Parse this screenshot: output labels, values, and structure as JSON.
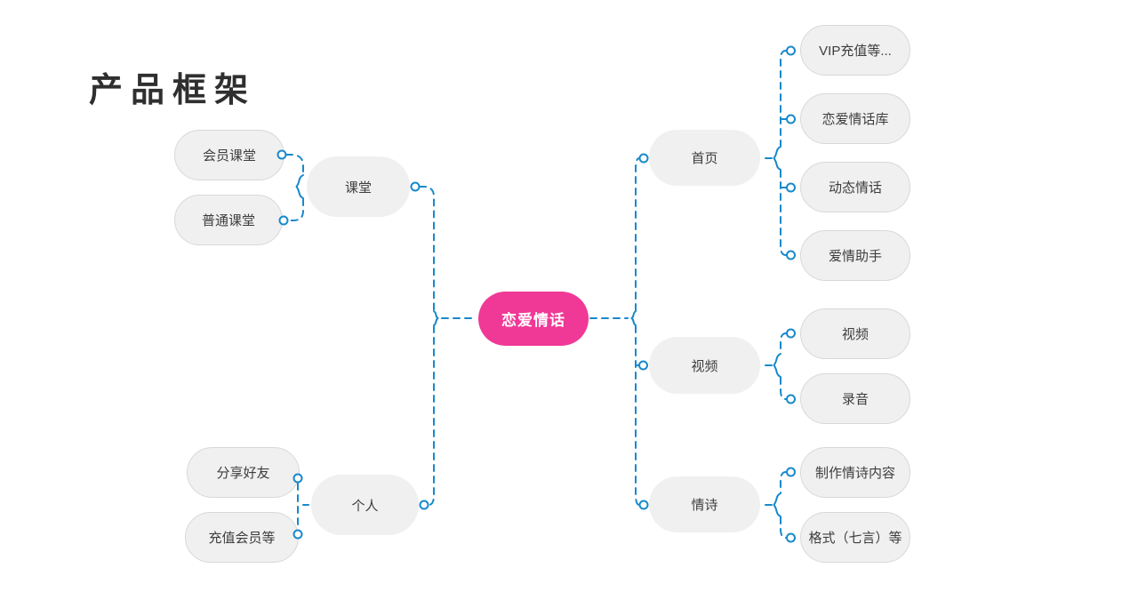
{
  "page": {
    "title": "产品框架"
  },
  "colors": {
    "accent_blue": "#1789CB",
    "center_pink": "#F03896",
    "node_fill": "#F0F0F1",
    "node_border": "#D8D8D8",
    "node_text": "#3D3D3D",
    "title_text": "#2F2F2F"
  },
  "center": {
    "label": "恋爱情话"
  },
  "left_branches": [
    {
      "label": "课堂",
      "children": [
        "会员课堂",
        "普通课堂"
      ]
    },
    {
      "label": "个人",
      "children": [
        "分享好友",
        "充值会员等"
      ]
    }
  ],
  "right_branches": [
    {
      "label": "首页",
      "children": [
        "VIP充值等...",
        "恋爱情话库",
        "动态情话",
        "爱情助手"
      ]
    },
    {
      "label": "视频",
      "children": [
        "视频",
        "录音"
      ]
    },
    {
      "label": "情诗",
      "children": [
        "制作情诗内容",
        "格式（七言）等"
      ]
    }
  ]
}
